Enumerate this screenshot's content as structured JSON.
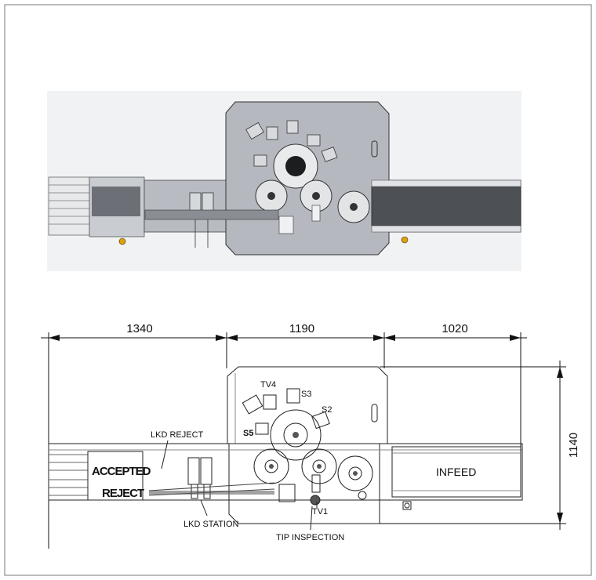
{
  "dimensions": {
    "d1": "1340",
    "d2": "1190",
    "d3": "1020",
    "height": "1140"
  },
  "labels": {
    "tv4": "TV4",
    "s3": "S3",
    "s2": "S2",
    "s5": "S5",
    "lkd_reject": "LKD REJECT",
    "accepted": "ACCEPTED",
    "reject": "REJECT",
    "infeed": "INFEED",
    "tv1": "TV1",
    "lkd_station": "LKD STATION",
    "tip_inspection": "TIP INSPECTION"
  },
  "colors": {
    "machine_fill": "#b8bcc2",
    "machine_dark": "#4d5156",
    "line": "#111111"
  }
}
